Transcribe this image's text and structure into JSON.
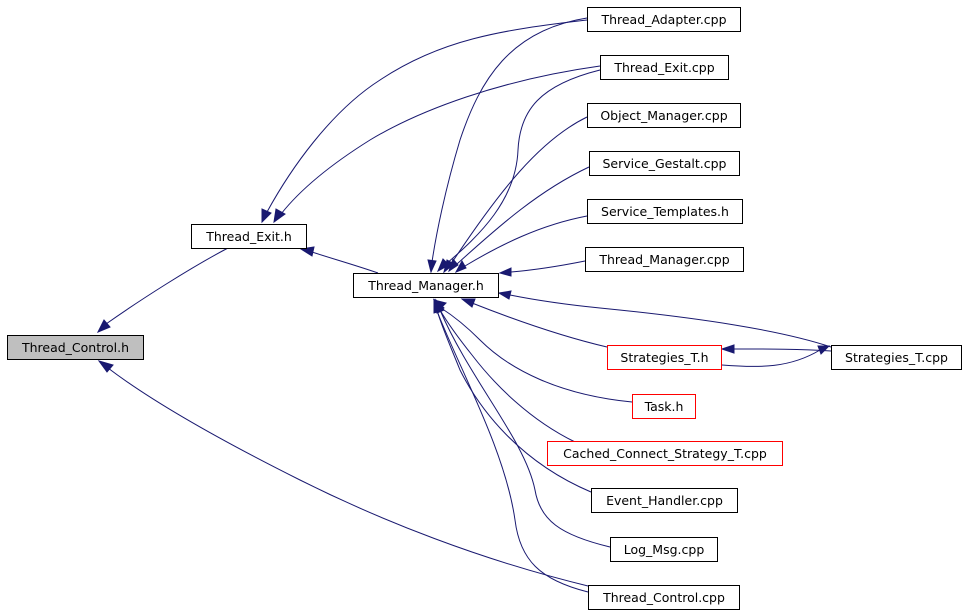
{
  "colors": {
    "edge": "#191970",
    "node_border_default": "#000000",
    "node_border_highlight": "#ff0000",
    "node_fill_focus": "#bfbfbf",
    "node_fill": "#ffffff"
  },
  "nodes": [
    {
      "id": "thread_control_h",
      "label": "Thread_Control.h",
      "style": "focus"
    },
    {
      "id": "thread_exit_h",
      "label": "Thread_Exit.h",
      "style": "normal"
    },
    {
      "id": "thread_manager_h",
      "label": "Thread_Manager.h",
      "style": "normal"
    },
    {
      "id": "thread_adapter_cpp",
      "label": "Thread_Adapter.cpp",
      "style": "normal"
    },
    {
      "id": "thread_exit_cpp",
      "label": "Thread_Exit.cpp",
      "style": "normal"
    },
    {
      "id": "object_manager_cpp",
      "label": "Object_Manager.cpp",
      "style": "normal"
    },
    {
      "id": "service_gestalt_cpp",
      "label": "Service_Gestalt.cpp",
      "style": "normal"
    },
    {
      "id": "service_templates_h",
      "label": "Service_Templates.h",
      "style": "normal"
    },
    {
      "id": "thread_manager_cpp",
      "label": "Thread_Manager.cpp",
      "style": "normal"
    },
    {
      "id": "strategies_t_h",
      "label": "Strategies_T.h",
      "style": "highlight"
    },
    {
      "id": "strategies_t_cpp",
      "label": "Strategies_T.cpp",
      "style": "normal"
    },
    {
      "id": "task_h",
      "label": "Task.h",
      "style": "highlight"
    },
    {
      "id": "cached_connect_strategy_t_cpp",
      "label": "Cached_Connect_Strategy_T.cpp",
      "style": "highlight"
    },
    {
      "id": "event_handler_cpp",
      "label": "Event_Handler.cpp",
      "style": "normal"
    },
    {
      "id": "log_msg_cpp",
      "label": "Log_Msg.cpp",
      "style": "normal"
    },
    {
      "id": "thread_control_cpp",
      "label": "Thread_Control.cpp",
      "style": "normal"
    }
  ],
  "edges": [
    {
      "from": "thread_exit_h",
      "to": "thread_control_h"
    },
    {
      "from": "thread_control_cpp",
      "to": "thread_control_h"
    },
    {
      "from": "thread_adapter_cpp",
      "to": "thread_exit_h"
    },
    {
      "from": "thread_exit_cpp",
      "to": "thread_exit_h"
    },
    {
      "from": "thread_manager_h",
      "to": "thread_exit_h"
    },
    {
      "from": "thread_adapter_cpp",
      "to": "thread_manager_h"
    },
    {
      "from": "thread_exit_cpp",
      "to": "thread_manager_h"
    },
    {
      "from": "object_manager_cpp",
      "to": "thread_manager_h"
    },
    {
      "from": "service_gestalt_cpp",
      "to": "thread_manager_h"
    },
    {
      "from": "service_templates_h",
      "to": "thread_manager_h"
    },
    {
      "from": "thread_manager_cpp",
      "to": "thread_manager_h"
    },
    {
      "from": "strategies_t_h",
      "to": "thread_manager_h"
    },
    {
      "from": "strategies_t_cpp",
      "to": "thread_manager_h"
    },
    {
      "from": "task_h",
      "to": "thread_manager_h"
    },
    {
      "from": "cached_connect_strategy_t_cpp",
      "to": "thread_manager_h"
    },
    {
      "from": "event_handler_cpp",
      "to": "thread_manager_h"
    },
    {
      "from": "log_msg_cpp",
      "to": "thread_manager_h"
    },
    {
      "from": "thread_control_cpp",
      "to": "thread_manager_h"
    },
    {
      "from": "strategies_t_cpp",
      "to": "strategies_t_h"
    },
    {
      "from": "strategies_t_h",
      "to": "strategies_t_cpp"
    }
  ]
}
